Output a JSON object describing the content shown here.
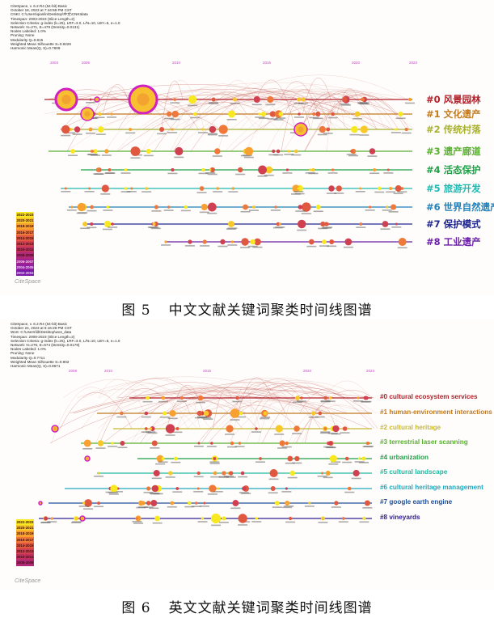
{
  "figure5": {
    "meta": [
      "CiteSpace, v. 6.2.R4 (64-bit) Basic",
      "October 18, 2023 at 7:44:58 PM CST",
      "CNKI: C:\\Users\\qianlin\\Desktop\\中文\\CNKIdata",
      "Timespan: 2003-2023 (Slice Length=2)",
      "Selection Criteria: g-index (k=25), LRF=3.0, L/N=10, LBY=5, e=1.0",
      "Network: N=271, E=479 (Density=0.0131)",
      "Nodes Labeled: 1.0%",
      "Pruning: None",
      "Modularity Q=0.815",
      "Weighted Mean Silhouette S=0.9226",
      "Harmonic Mean(Q, S)=0.7609"
    ],
    "years": [
      "2003",
      "2005",
      "2010",
      "2015",
      "2020",
      "2023"
    ],
    "clusters": [
      {
        "label": "#0 风景园林",
        "color": "#b0202a"
      },
      {
        "label": "#1 文化遗产",
        "color": "#c07a20"
      },
      {
        "label": "#2 传统村落",
        "color": "#a8b030"
      },
      {
        "label": "#3 遗产廊道",
        "color": "#58b030"
      },
      {
        "label": "#4 活态保护",
        "color": "#20a048"
      },
      {
        "label": "#5 旅游开发",
        "color": "#20b8b0"
      },
      {
        "label": "#6 世界自然遗产",
        "color": "#2080b8"
      },
      {
        "label": "#7 保护模式",
        "color": "#202890"
      },
      {
        "label": "#8 工业遗产",
        "color": "#6a20a8"
      }
    ],
    "legend": [
      "2022-2023",
      "2020-2021",
      "2018-2019",
      "2016-2017",
      "2014-2015",
      "2012-2013",
      "2010-2011",
      "2008-2009",
      "2006-2007",
      "2004-2005",
      "2002-2003"
    ],
    "logo": "CiteSpace",
    "caption_num": "图 5",
    "caption": "中文文献关键词聚类时间线图谱"
  },
  "figure6": {
    "meta": [
      "CiteSpace, v. 6.2.R4 (64-bit) Basic",
      "October 24, 2023 at 6:16:28 PM CST",
      "WoS: C:\\Users\\lib\\Desktop\\wos_data",
      "Timespan: 2008-2023 (Slice Length=2)",
      "Selection Criteria: g-index (k=25), LRF=3.0, L/N=10, LBY=5, e=1.0",
      "Network: N=276, E=674 (Density=0.0178)",
      "Nodes Labeled: 1.0%",
      "Pruning: None",
      "Modularity Q=0.7711",
      "Weighted Mean Silhouette S=0.902",
      "Harmonic Mean(Q, S)=0.8671"
    ],
    "years": [
      "2008",
      "2010",
      "2015",
      "2020",
      "2023"
    ],
    "clusters": [
      {
        "label": "#0 cultural ecosystem services",
        "color": "#b0202a"
      },
      {
        "label": "#1 human-environment interactions",
        "color": "#c07a20"
      },
      {
        "label": "#2 cultural heritage",
        "color": "#c8b830"
      },
      {
        "label": "#3 terrestrial laser scanning",
        "color": "#58b030"
      },
      {
        "label": "#4 urbanization",
        "color": "#20a048"
      },
      {
        "label": "#5 cultural landscape",
        "color": "#20b8a0"
      },
      {
        "label": "#6 cultural heritage management",
        "color": "#20a8c0"
      },
      {
        "label": "#7 google earth engine",
        "color": "#205098"
      },
      {
        "label": "#8 vineyards",
        "color": "#302090"
      }
    ],
    "legend": [
      "2022-2023",
      "2020-2021",
      "2018-2019",
      "2016-2017",
      "2014-2015",
      "2012-2013",
      "2010-2011",
      "2008-2009"
    ],
    "logo": "CiteSpace",
    "caption_num": "图 6",
    "caption": "英文文献关键词聚类时间线图谱"
  }
}
